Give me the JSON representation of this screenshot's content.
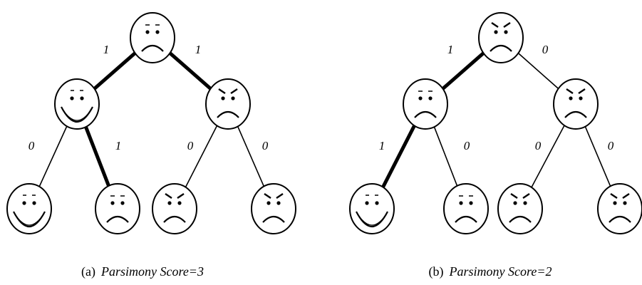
{
  "trees": [
    {
      "caption": {
        "letter": "(a)",
        "text": "Parsimony Score=3"
      },
      "nodes": [
        {
          "id": "root",
          "face": "sad-face"
        },
        {
          "id": "left",
          "face": "happy-face"
        },
        {
          "id": "right",
          "face": "angry-face"
        },
        {
          "id": "ll",
          "face": "happy-face"
        },
        {
          "id": "lr",
          "face": "sad-face"
        },
        {
          "id": "rl",
          "face": "angry-face"
        },
        {
          "id": "rr",
          "face": "angry-face"
        }
      ],
      "edges": [
        {
          "from": "root",
          "to": "left",
          "weight": "1",
          "bold": true
        },
        {
          "from": "root",
          "to": "right",
          "weight": "1",
          "bold": true
        },
        {
          "from": "left",
          "to": "ll",
          "weight": "0",
          "bold": false
        },
        {
          "from": "left",
          "to": "lr",
          "weight": "1",
          "bold": true
        },
        {
          "from": "right",
          "to": "rl",
          "weight": "0",
          "bold": false
        },
        {
          "from": "right",
          "to": "rr",
          "weight": "0",
          "bold": false
        }
      ]
    },
    {
      "caption": {
        "letter": "(b)",
        "text": "Parsimony Score=2"
      },
      "nodes": [
        {
          "id": "root",
          "face": "angry-face"
        },
        {
          "id": "left",
          "face": "sad-face"
        },
        {
          "id": "right",
          "face": "angry-face"
        },
        {
          "id": "ll",
          "face": "happy-face"
        },
        {
          "id": "lr",
          "face": "sad-face"
        },
        {
          "id": "rl",
          "face": "angry-face"
        },
        {
          "id": "rr",
          "face": "angry-face"
        }
      ],
      "edges": [
        {
          "from": "root",
          "to": "left",
          "weight": "1",
          "bold": true
        },
        {
          "from": "root",
          "to": "right",
          "weight": "0",
          "bold": false
        },
        {
          "from": "left",
          "to": "ll",
          "weight": "1",
          "bold": true
        },
        {
          "from": "left",
          "to": "lr",
          "weight": "0",
          "bold": false
        },
        {
          "from": "right",
          "to": "rl",
          "weight": "0",
          "bold": false
        },
        {
          "from": "right",
          "to": "rr",
          "weight": "0",
          "bold": false
        }
      ]
    }
  ]
}
